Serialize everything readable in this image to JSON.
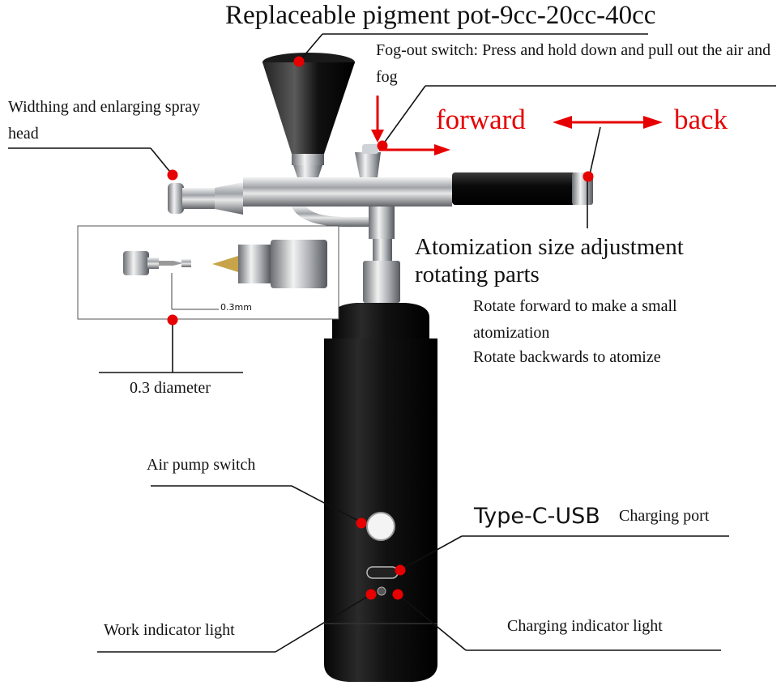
{
  "labels": {
    "pigment_pot": "Replaceable pigment pot-9cc-20cc-40cc",
    "fog_switch": "Fog-out switch: Press and hold down and pull out the air and fog",
    "spray_head": "Widthing and enlarging spray head",
    "forward": "forward",
    "back": "back",
    "atomization_title": "Atomization size adjustment rotating parts",
    "rotate_forward": "Rotate forward to make a small atomization",
    "rotate_backward": "Rotate backwards to atomize",
    "inset_measure": "0.3mm",
    "diameter": "0.3 diameter",
    "air_pump": "Air pump switch",
    "type_c": "Type-C-USB",
    "charging_port": "Charging port",
    "work_light": "Work indicator light",
    "charging_light": "Charging indicator light"
  },
  "colors": {
    "marker": "#e60000",
    "leader": "#111111",
    "body": "#0d0d0d",
    "chrome": "#b9bcc0"
  }
}
